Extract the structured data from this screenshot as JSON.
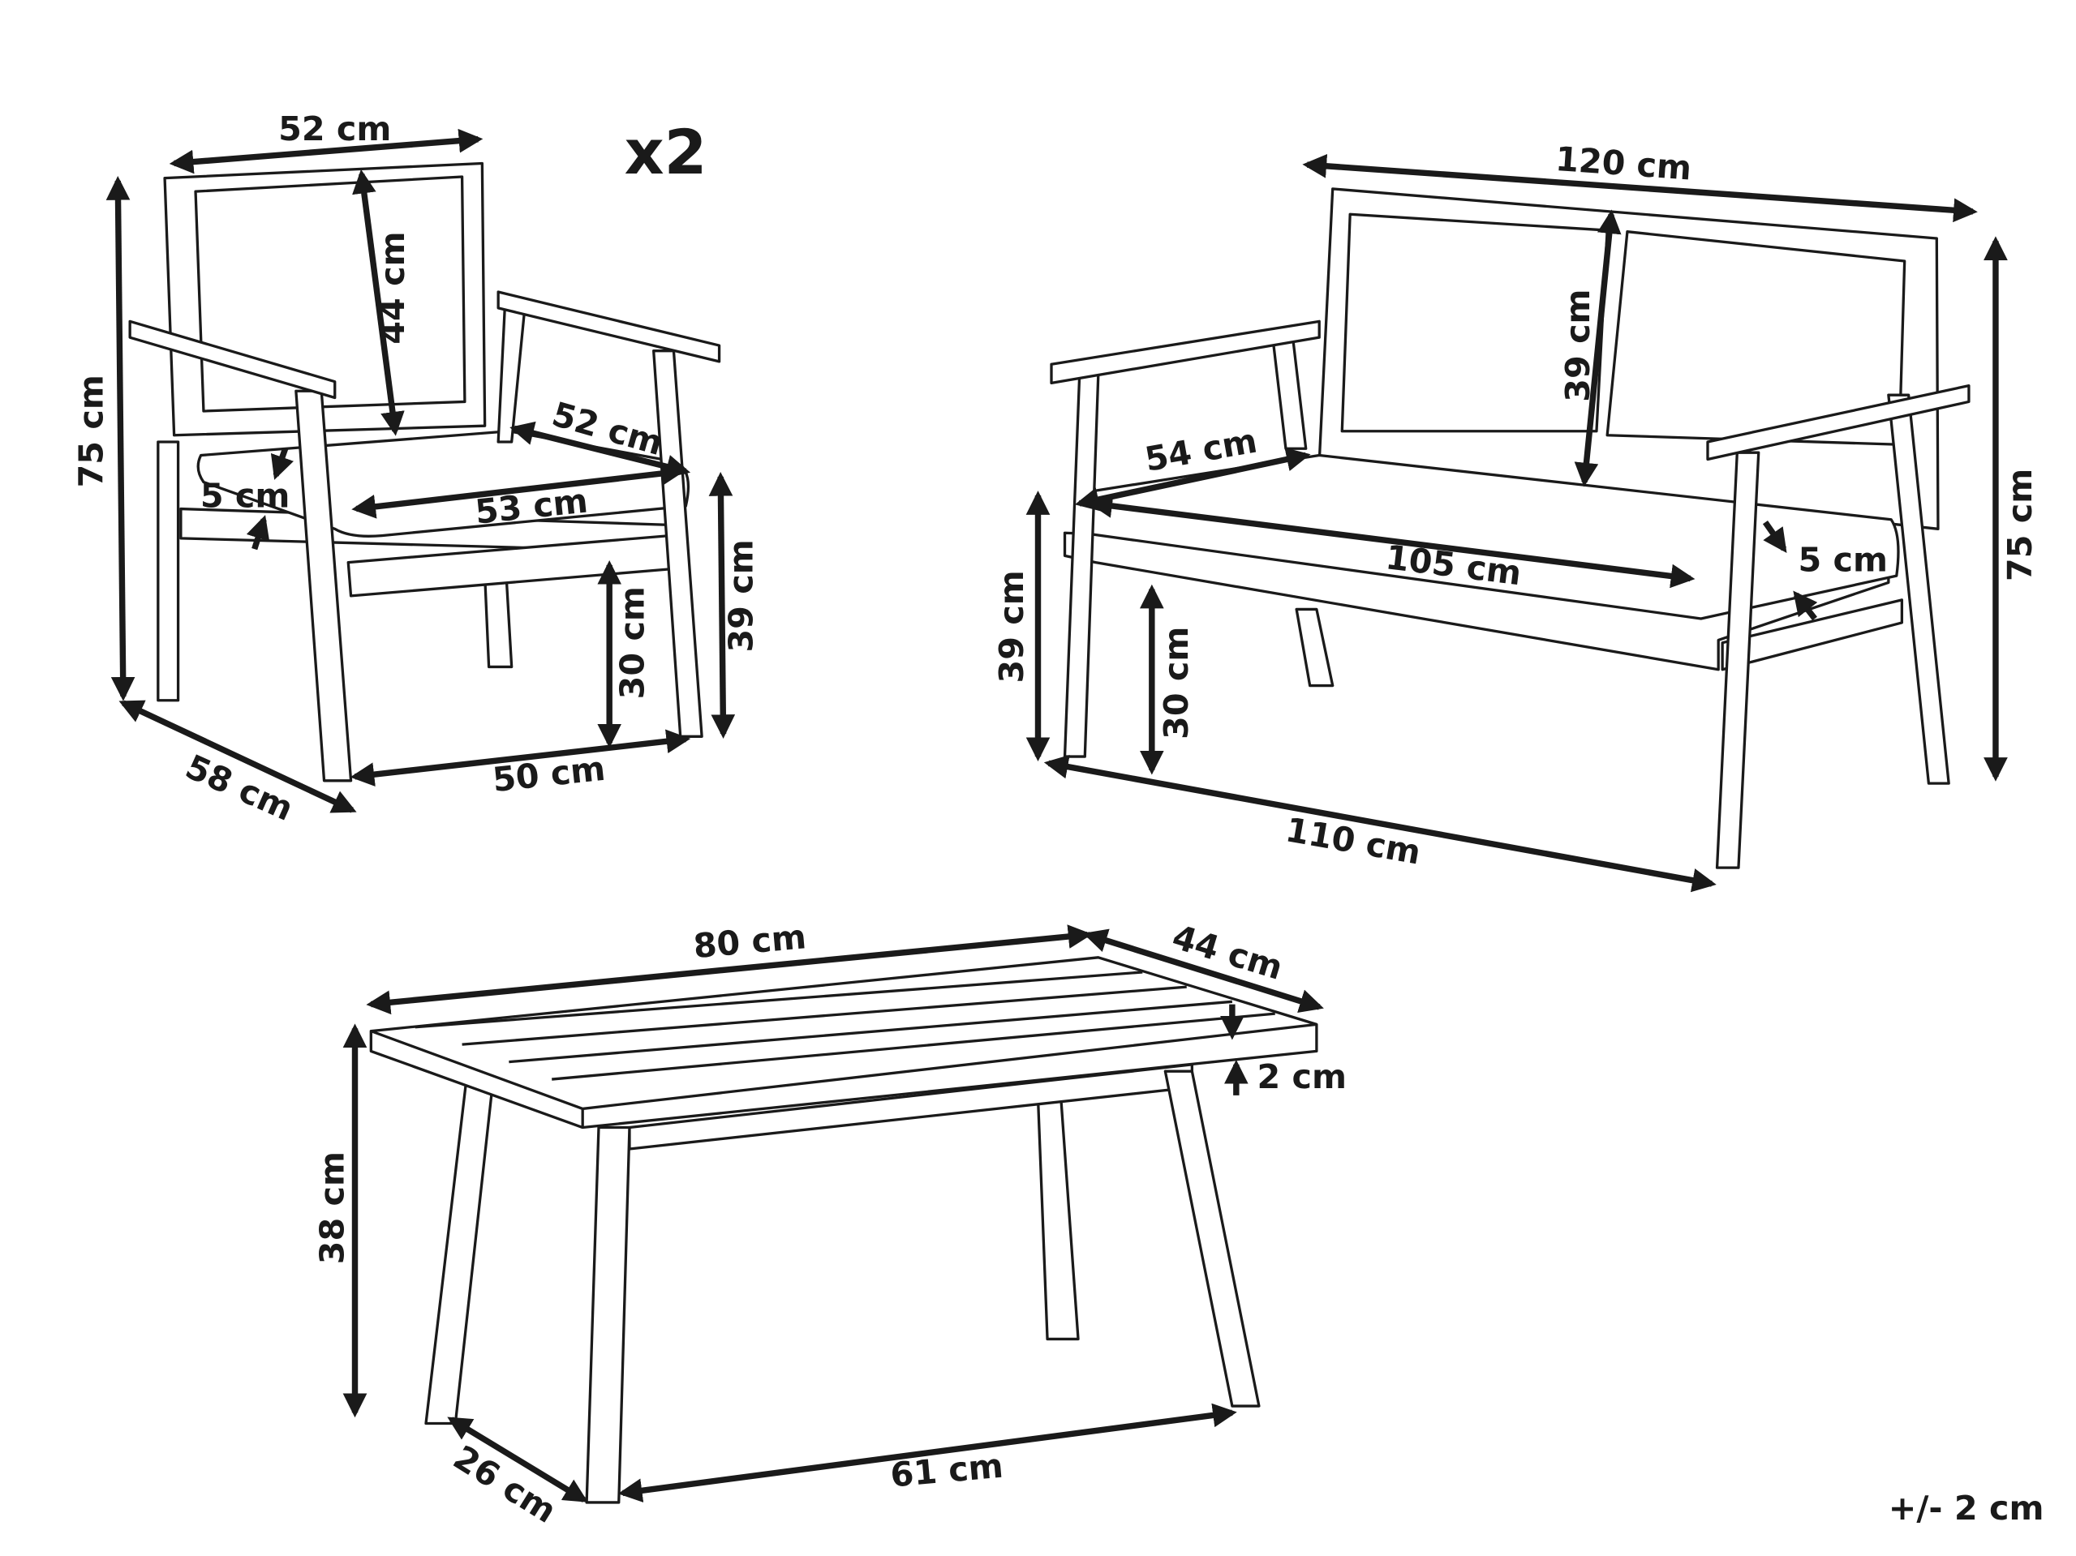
{
  "armchair": {
    "quantity": "x2",
    "width_top": "52 cm",
    "backrest_height": "44 cm",
    "total_height": "75 cm",
    "depth": "58 cm",
    "width_bottom": "50 cm",
    "seat_clearance": "30 cm",
    "seat_height": "39 cm",
    "seat_width": "53 cm",
    "seat_depth": "52 cm",
    "cushion_thickness": "5 cm"
  },
  "bench": {
    "width_top": "120 cm",
    "total_height": "75 cm",
    "backrest_height": "39 cm",
    "seat_depth": "54 cm",
    "seat_width": "105 cm",
    "cushion_thickness": "5 cm",
    "seat_height": "39 cm",
    "seat_clearance": "30 cm",
    "width_bottom": "110 cm"
  },
  "table": {
    "length": "80 cm",
    "depth": "44 cm",
    "top_thickness": "2 cm",
    "height": "38 cm",
    "leg_depth": "26 cm",
    "leg_span": "61 cm"
  },
  "tolerance": "+/- 2 cm"
}
